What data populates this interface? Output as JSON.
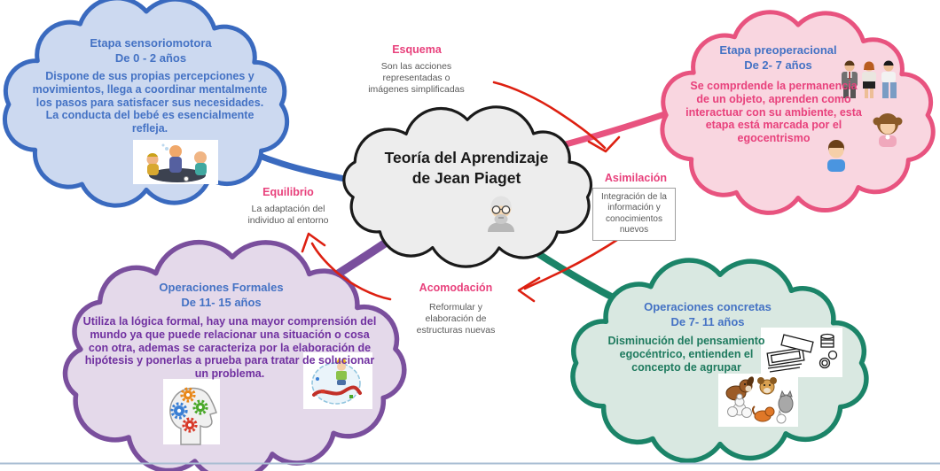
{
  "diagram": {
    "center": {
      "title": "Teoría del Aprendizaje de Jean Piaget"
    },
    "stages": [
      {
        "id": "sensorimotor",
        "title": "Etapa sensoriomotora",
        "age": "De 0 - 2 años",
        "body": "Dispone de sus propias percepciones y movimientos, llega a coordinar mentalmente los pasos para satisfacer sus necesidades. La conducta del bebé es esencialmente refleja."
      },
      {
        "id": "preoperational",
        "title": "Etapa preoperacional",
        "age": "De 2- 7 años",
        "body": "Se comprdende la permanencia de un objeto, aprenden como interactuar con su ambiente,  esta etapa está marcada por el egocentrismo"
      },
      {
        "id": "formal",
        "title": "Operaciones Formales",
        "age": "De 11- 15 años",
        "body": "Utiliza la lógica formal, hay una mayor comprensión del mundo ya que puede relacionar una situación o cosa con otra, ademas se caracteriza por la elaboración de hipótesis y ponerlas a prueba para tratar de solucionar un problema."
      },
      {
        "id": "concrete",
        "title": "Operaciones concretas",
        "age": "De 7- 11 años",
        "body": "Disminución del pensamiento egocéntrico, entienden el concepto de agrupar"
      }
    ],
    "concepts": [
      {
        "id": "esquema",
        "label": "Esquema",
        "desc": "Son las acciones representadas o imágenes simplificadas"
      },
      {
        "id": "asimilacion",
        "label": "Asimilación",
        "desc": "Integración de la información y conocimientos nuevos"
      },
      {
        "id": "equilibrio",
        "label": "Equilibrio",
        "desc": "La adaptación del individuo al entorno"
      },
      {
        "id": "acomodacion",
        "label": "Acomodación",
        "desc": "Reformular y elaboración de estructuras nuevas"
      }
    ],
    "icons": [
      "piaget-portrait-icon",
      "babies-playing-illustration",
      "family-icon",
      "girl-icon",
      "boy-icon",
      "head-gears-illustration",
      "child-playing-illustration",
      "money-sketch-illustration",
      "dogs-illustration",
      "red-arrow-annotation"
    ]
  },
  "colors": {
    "blue_stroke": "#3a6abf",
    "blue_fill": "#ccd9f0",
    "pink_stroke": "#e8537f",
    "pink_fill": "#f9d6e0",
    "purple_stroke": "#7a4f9d",
    "purple_fill": "#e4d9ea",
    "green_stroke": "#1b8468",
    "green_fill": "#d9e8e1",
    "center_stroke": "#1a1a1a",
    "center_fill": "#ededed",
    "title_blue": "#4472c4",
    "pink_text": "#e8417c",
    "purple_text": "#7030a0",
    "green_text": "#1e7a5e",
    "label_pink": "#e8417c",
    "desc_gray": "#595959",
    "arrow_red": "#dd2011",
    "divider_blue": "#a9bed3"
  }
}
